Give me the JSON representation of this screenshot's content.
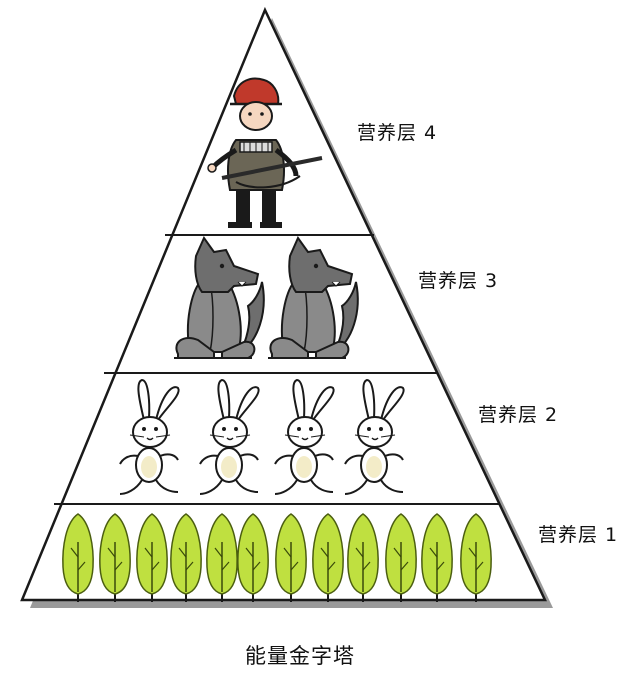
{
  "title": "能量金字塔",
  "levels": [
    {
      "label": "营养层 4",
      "icon": "hunter-icon"
    },
    {
      "label": "营养层 3",
      "icon": "wolf-icon"
    },
    {
      "label": "营养层 2",
      "icon": "rabbit-icon"
    },
    {
      "label": "营养层 1",
      "icon": "tree-icon"
    }
  ],
  "colors": {
    "outline": "#1a1a1a",
    "shadow": "#9a9a9a",
    "tree": "#bfe040",
    "wolf": "#6e6e6e",
    "hunter_hat": "#c0392b",
    "hunter_coat": "#6b6656"
  }
}
